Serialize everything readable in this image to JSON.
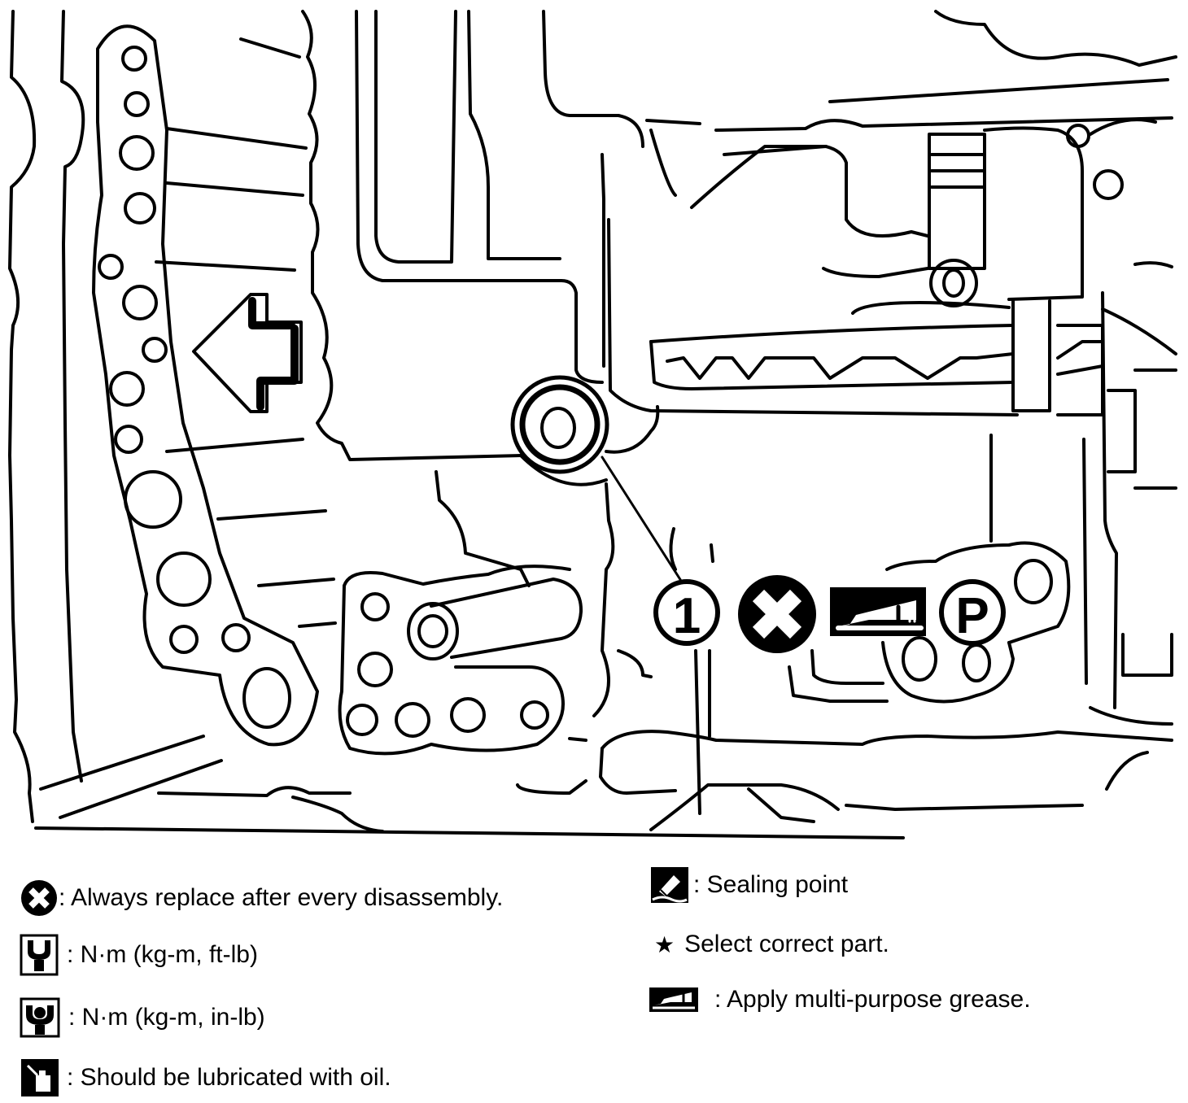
{
  "diagram": {
    "callout_number": "1",
    "parking_symbol_letter": "P",
    "colors": {
      "line": "#000000",
      "background": "#ffffff"
    }
  },
  "legend": {
    "replace": ": Always replace after every disassembly.",
    "torque_ftlb": ": N·m (kg-m, ft-lb)",
    "torque_inlb": ": N·m (kg-m, in-lb)",
    "lubricate": ": Should be lubricated with oil.",
    "sealing": ": Sealing point",
    "select_part": "Select correct part.",
    "grease": ": Apply multi-purpose grease."
  }
}
